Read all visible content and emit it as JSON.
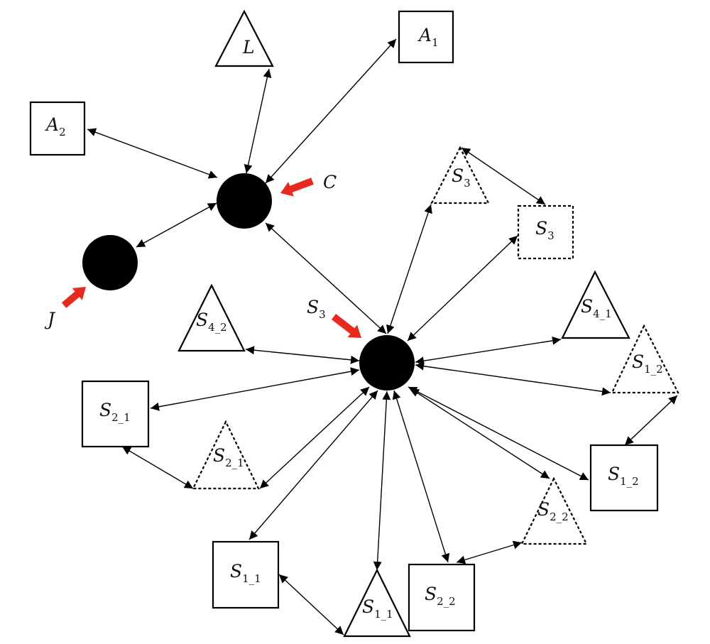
{
  "diagram": {
    "hubs": [
      {
        "id": "J",
        "label": "J",
        "color": "#000000"
      },
      {
        "id": "C",
        "label": "C",
        "color": "#000000"
      },
      {
        "id": "S3hub",
        "label": "S",
        "sub": "3",
        "color": "#000000"
      }
    ],
    "pointer_color": "#e8291f",
    "nodes": [
      {
        "id": "L",
        "shape": "triangle",
        "style": "solid",
        "label": "L",
        "sub": ""
      },
      {
        "id": "A1",
        "shape": "square",
        "style": "solid",
        "label": "A",
        "sub": "1"
      },
      {
        "id": "A2",
        "shape": "square",
        "style": "solid",
        "label": "A",
        "sub": "2"
      },
      {
        "id": "S3tri",
        "shape": "triangle",
        "style": "dashed",
        "label": "S",
        "sub": "3"
      },
      {
        "id": "S3sq",
        "shape": "square",
        "style": "dashed",
        "label": "S",
        "sub": "3"
      },
      {
        "id": "S4_1",
        "shape": "triangle",
        "style": "solid",
        "label": "S",
        "sub": "4_1"
      },
      {
        "id": "S4_2",
        "shape": "triangle",
        "style": "solid",
        "label": "S",
        "sub": "4_2"
      },
      {
        "id": "S1_2tri",
        "shape": "triangle",
        "style": "dashed",
        "label": "S",
        "sub": "1_2"
      },
      {
        "id": "S1_2sq",
        "shape": "square",
        "style": "solid",
        "label": "S",
        "sub": "1_2"
      },
      {
        "id": "S2_1sq",
        "shape": "square",
        "style": "solid",
        "label": "S",
        "sub": "2_1"
      },
      {
        "id": "S2_1tri",
        "shape": "triangle",
        "style": "dashed",
        "label": "S",
        "sub": "2_1"
      },
      {
        "id": "S2_2tri",
        "shape": "triangle",
        "style": "dashed",
        "label": "S",
        "sub": "2_2"
      },
      {
        "id": "S2_2sq",
        "shape": "square",
        "style": "solid",
        "label": "S",
        "sub": "2_2"
      },
      {
        "id": "S1_1sq",
        "shape": "square",
        "style": "solid",
        "label": "S",
        "sub": "1_1"
      },
      {
        "id": "S1_1tri",
        "shape": "triangle",
        "style": "solid",
        "label": "S",
        "sub": "1_1"
      }
    ],
    "edges": [
      [
        "J",
        "C"
      ],
      [
        "C",
        "L"
      ],
      [
        "C",
        "A1"
      ],
      [
        "C",
        "A2"
      ],
      [
        "C",
        "S3hub"
      ],
      [
        "S3tri",
        "S3sq"
      ],
      [
        "S3hub",
        "S3tri"
      ],
      [
        "S3hub",
        "S3sq"
      ],
      [
        "S3hub",
        "S4_1"
      ],
      [
        "S3hub",
        "S4_2"
      ],
      [
        "S3hub",
        "S1_2tri"
      ],
      [
        "S1_2tri",
        "S1_2sq"
      ],
      [
        "S3hub",
        "S1_2sq"
      ],
      [
        "S3hub",
        "S2_1sq"
      ],
      [
        "S3hub",
        "S2_1tri"
      ],
      [
        "S2_1sq",
        "S2_1tri"
      ],
      [
        "S3hub",
        "S2_2tri"
      ],
      [
        "S3hub",
        "S2_2sq"
      ],
      [
        "S2_2tri",
        "S2_2sq"
      ],
      [
        "S3hub",
        "S1_1sq"
      ],
      [
        "S3hub",
        "S1_1tri"
      ],
      [
        "S1_1sq",
        "S1_1tri"
      ]
    ]
  }
}
